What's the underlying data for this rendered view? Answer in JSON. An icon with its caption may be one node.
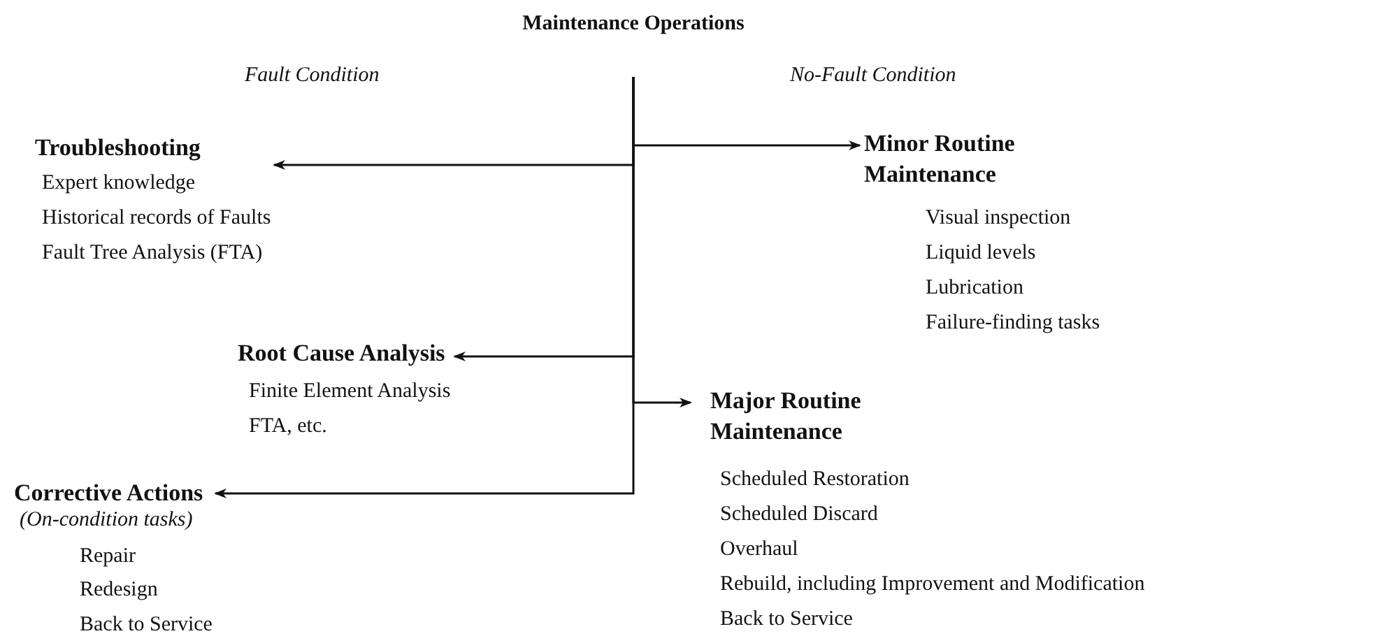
{
  "diagram": {
    "nodes": [
      {
        "text": [
          "Maintenance Operations"
        ]
      },
      {
        "text": [
          "Troubleshooting",
          "Expert knowledge",
          "Historical records of Faults",
          "Fault Tree Analysis (FTA)"
        ]
      },
      {
        "text": [
          "Minor Routine Maintenance",
          "Visual inspection",
          "Liquid levels",
          "Lubrication",
          "Failure-finding tasks"
        ]
      },
      {
        "text": [
          "Root Cause Analysis",
          "Finite Element Analysis",
          "FTA, etc."
        ]
      },
      {
        "text": [
          "Major Routine Maintenance",
          "Scheduled Restoration",
          "Scheduled Discard",
          "Overhaul",
          "Rebuild, including Improvement and Modification",
          "Back to Service"
        ]
      },
      {
        "text": [
          "Corrective Actions",
          "(On-condition tasks)",
          "Repair",
          "Redesign",
          "Back to Service"
        ]
      }
    ],
    "edges": [
      {
        "from": 0,
        "to": 1,
        "arrow": "to"
      },
      {
        "from": 0,
        "to": 2,
        "arrow": "to"
      },
      {
        "from": 0,
        "to": 3,
        "arrow": "to"
      },
      {
        "from": 0,
        "to": 4,
        "arrow": "to"
      },
      {
        "from": 0,
        "to": 5,
        "arrow": "to"
      }
    ],
    "labels": [
      "Fault Condition",
      "No-Fault Condition"
    ]
  }
}
